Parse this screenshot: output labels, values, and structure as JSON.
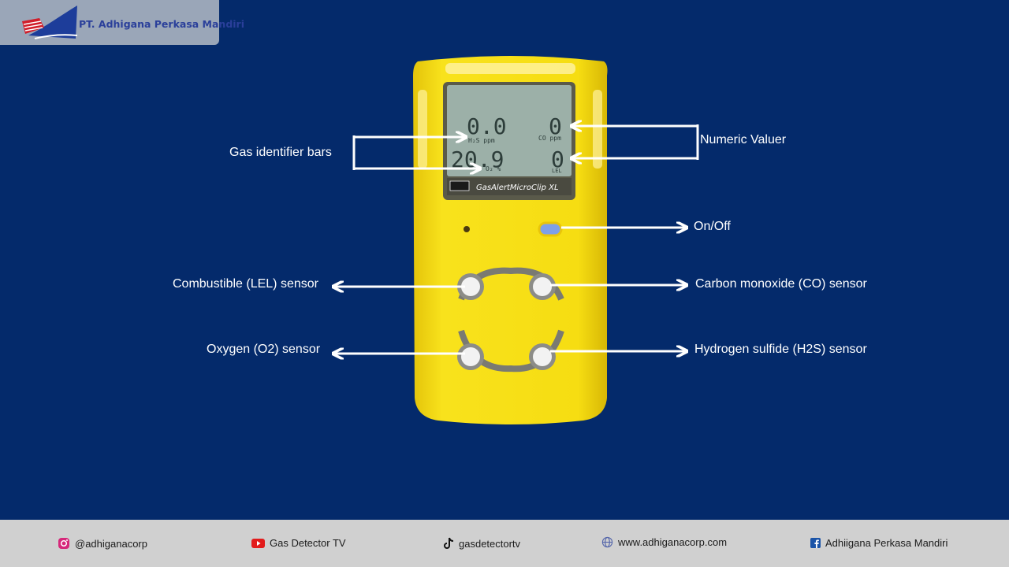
{
  "brand": {
    "company_name": "PT. Adhigana Perkasa Mandiri"
  },
  "device": {
    "model_label": "GasAlertMicroClip XL",
    "display": {
      "row1_left": "0.0",
      "row1_left_unit": "H₂S ppm",
      "row1_right": "0",
      "row1_right_unit": "CO ppm",
      "row2_left": "20.9",
      "row2_left_unit": "O₂ %",
      "row2_right": "0",
      "row2_right_unit": "LEL"
    }
  },
  "callouts": {
    "gas_identifier": "Gas identifier bars",
    "numeric_value": "Numeric Valuer",
    "on_off": "On/Off",
    "lel_sensor": "Combustible (LEL) sensor",
    "co_sensor": "Carbon monoxide (CO) sensor",
    "o2_sensor": "Oxygen (O2) sensor",
    "h2s_sensor": "Hydrogen sulfide (H2S) sensor"
  },
  "footer": {
    "instagram": "@adhiganacorp",
    "youtube": "Gas Detector TV",
    "tiktok": "gasdetectortv",
    "website": "www.adhiganacorp.com",
    "facebook": "Adhiigana Perkasa Mandiri"
  },
  "colors": {
    "background": "#042a6b",
    "device_yellow": "#f6df16",
    "footer": "#d0d0d0"
  },
  "icons": [
    "instagram-icon",
    "youtube-icon",
    "tiktok-icon",
    "globe-icon",
    "facebook-icon"
  ]
}
